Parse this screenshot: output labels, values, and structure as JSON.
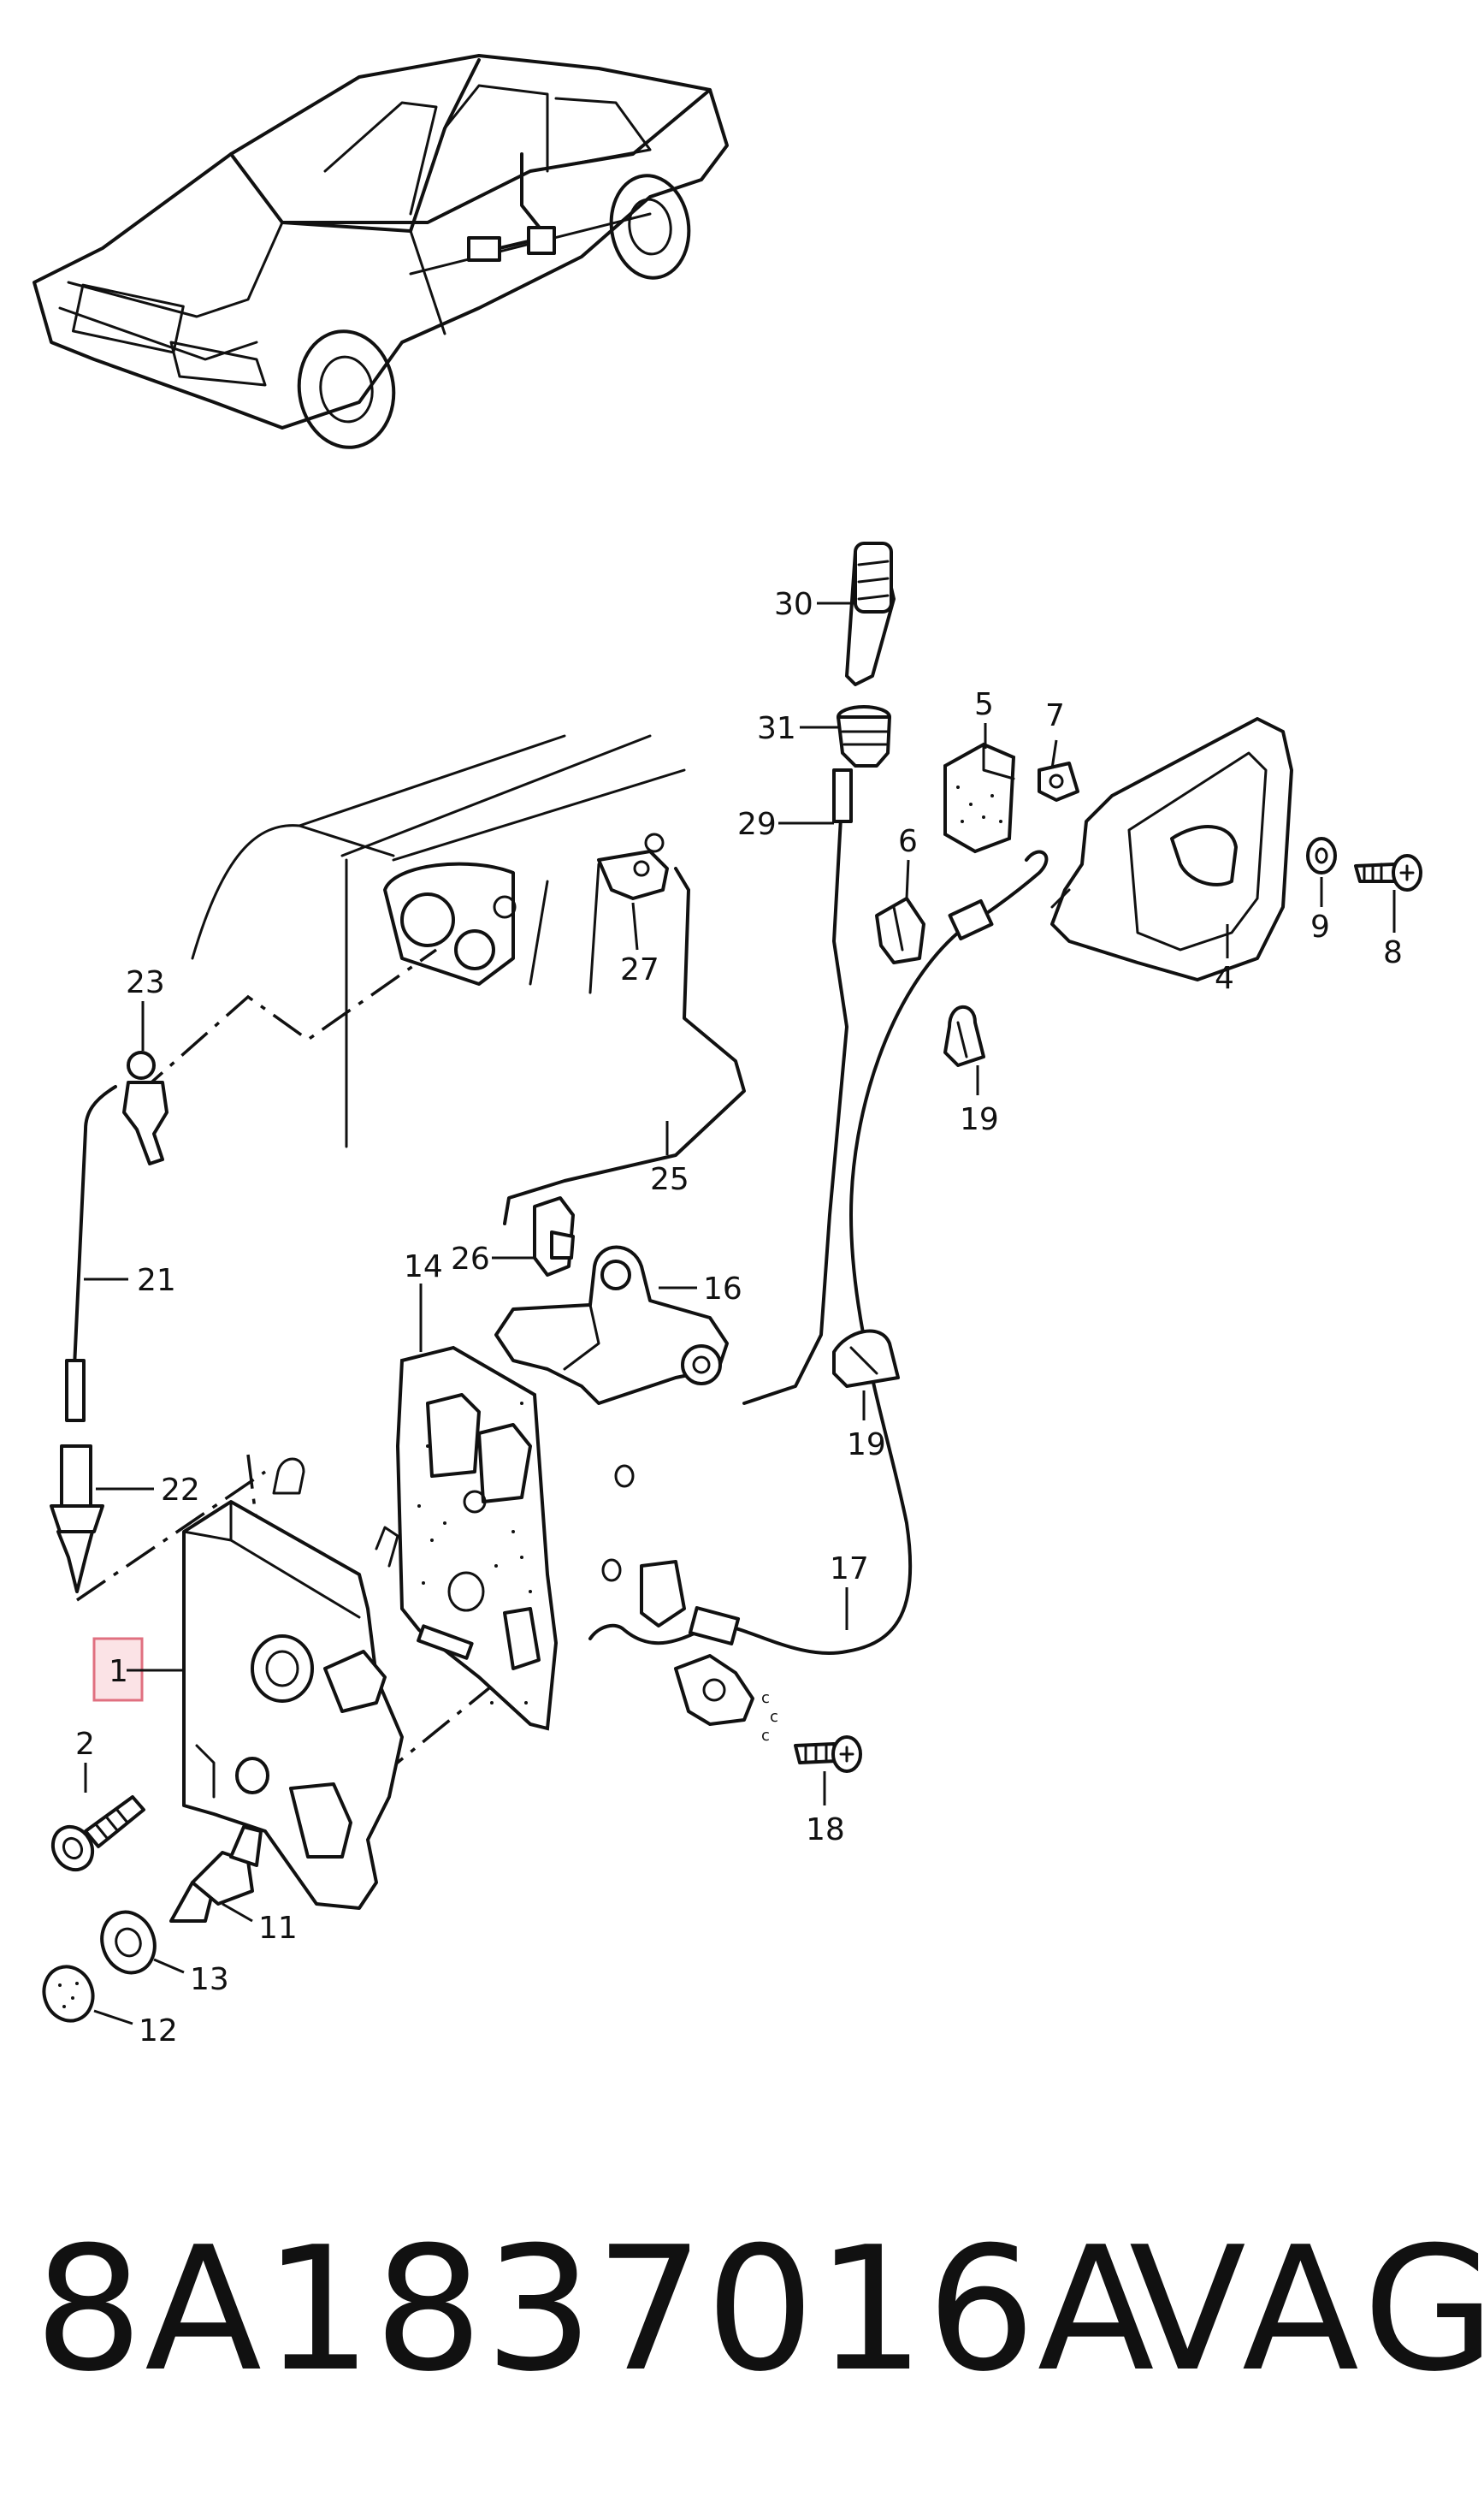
{
  "labels": {
    "l1": "1",
    "l2": "2",
    "l4": "4",
    "l5": "5",
    "l6": "6",
    "l7": "7",
    "l8": "8",
    "l9": "9",
    "l11": "11",
    "l12": "12",
    "l13": "13",
    "l14": "14",
    "l16": "16",
    "l17": "17",
    "l18": "18",
    "l19a": "19",
    "l19b": "19",
    "l21": "21",
    "l22": "22",
    "l23": "23",
    "l25": "25",
    "l26": "26",
    "l27": "27",
    "l29": "29",
    "l30": "30",
    "l31": "31"
  },
  "footer": {
    "part_number": "8A1837016A",
    "brand": "VAG"
  },
  "colors": {
    "ink": "#111111",
    "highlight_fill": "#fbe3e6",
    "highlight_stroke": "#e07080"
  }
}
